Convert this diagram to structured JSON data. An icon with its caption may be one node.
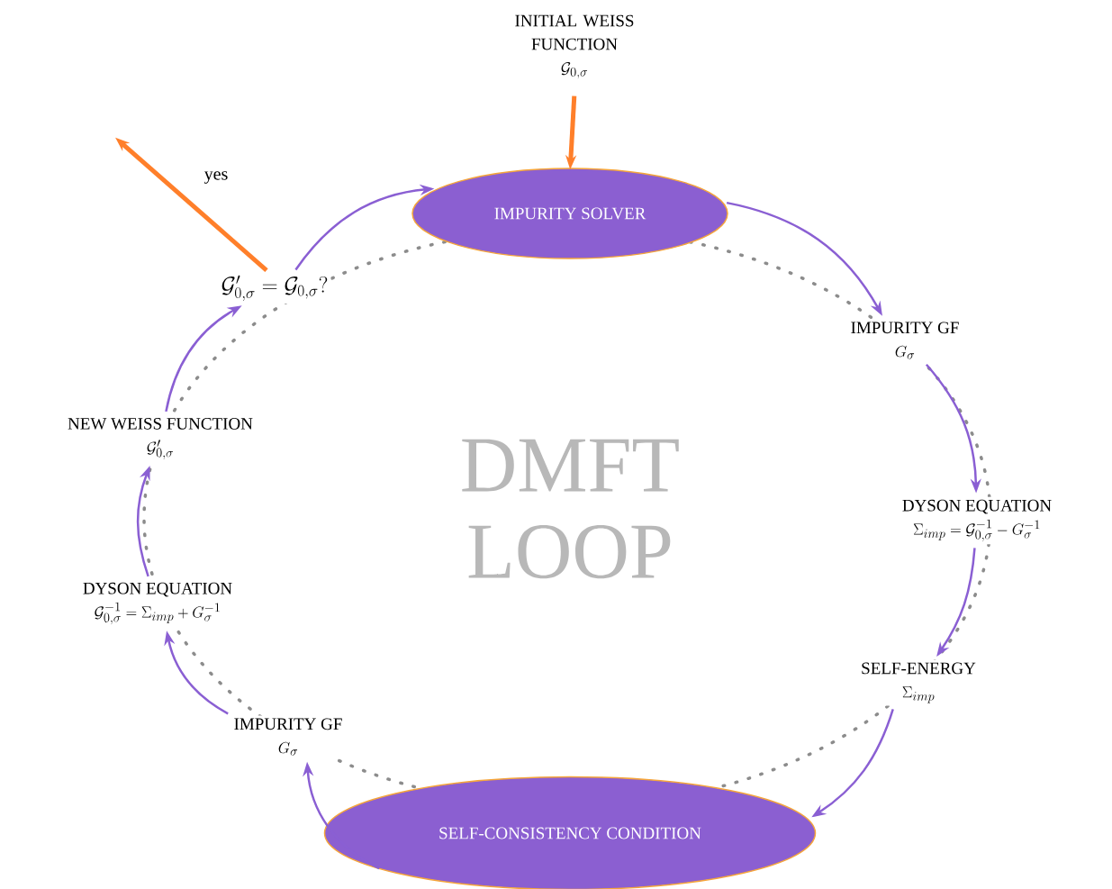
{
  "diagram": {
    "nodes": [
      {
        "text": [
          "INITIAL WEISS FUNCTION",
          "\\mathcal{G}_{0,\\sigma}"
        ]
      },
      {
        "text": [
          "IMPURITY SOLVER"
        ]
      },
      {
        "text": [
          "IMPURITY GF",
          "G_\\sigma"
        ]
      },
      {
        "text": [
          "DYSON EQUATION",
          "\\Sigma_{imp} = \\mathcal{G}_{0,\\sigma}^{-1} - G_\\sigma^{-1}"
        ]
      },
      {
        "text": [
          "SELF-ENERGY",
          "\\Sigma_{imp}"
        ]
      },
      {
        "text": [
          "SELF-CONSISTENCY CONDITION"
        ]
      },
      {
        "text": [
          "IMPURITY GF",
          "G_\\sigma"
        ]
      },
      {
        "text": [
          "DYSON EQUATION",
          "\\mathcal{G}_{0,\\sigma}^{-1} = \\Sigma_{imp} + G_\\sigma^{-1}"
        ]
      },
      {
        "text": [
          "NEW WEISS FUNCTION",
          "\\mathcal{G}'_{0,\\sigma}"
        ]
      },
      {
        "text": [
          "\\mathcal{G}'_{0,\\sigma} = \\mathcal{G}_{0,\\sigma}?"
        ]
      }
    ],
    "edges": [
      {
        "from": 0,
        "to": 1,
        "arrow": "to",
        "style": "thick",
        "color": "#ff7f2a"
      },
      {
        "from": 1,
        "to": 2,
        "arrow": "to"
      },
      {
        "from": 2,
        "to": 3,
        "arrow": "to"
      },
      {
        "from": 3,
        "to": 4,
        "arrow": "to"
      },
      {
        "from": 4,
        "to": 5,
        "arrow": "to"
      },
      {
        "from": 5,
        "to": 6,
        "arrow": "to"
      },
      {
        "from": 6,
        "to": 7,
        "arrow": "to"
      },
      {
        "from": 7,
        "to": 8,
        "arrow": "to"
      },
      {
        "from": 8,
        "to": 9,
        "arrow": "to"
      },
      {
        "from": 9,
        "to": 1,
        "arrow": "to"
      },
      {
        "from": 9,
        "to": null,
        "arrow": "to",
        "label": "yes",
        "style": "thick",
        "color": "#ff7f2a"
      }
    ],
    "labels": [
      "DMFT LOOP"
    ]
  }
}
